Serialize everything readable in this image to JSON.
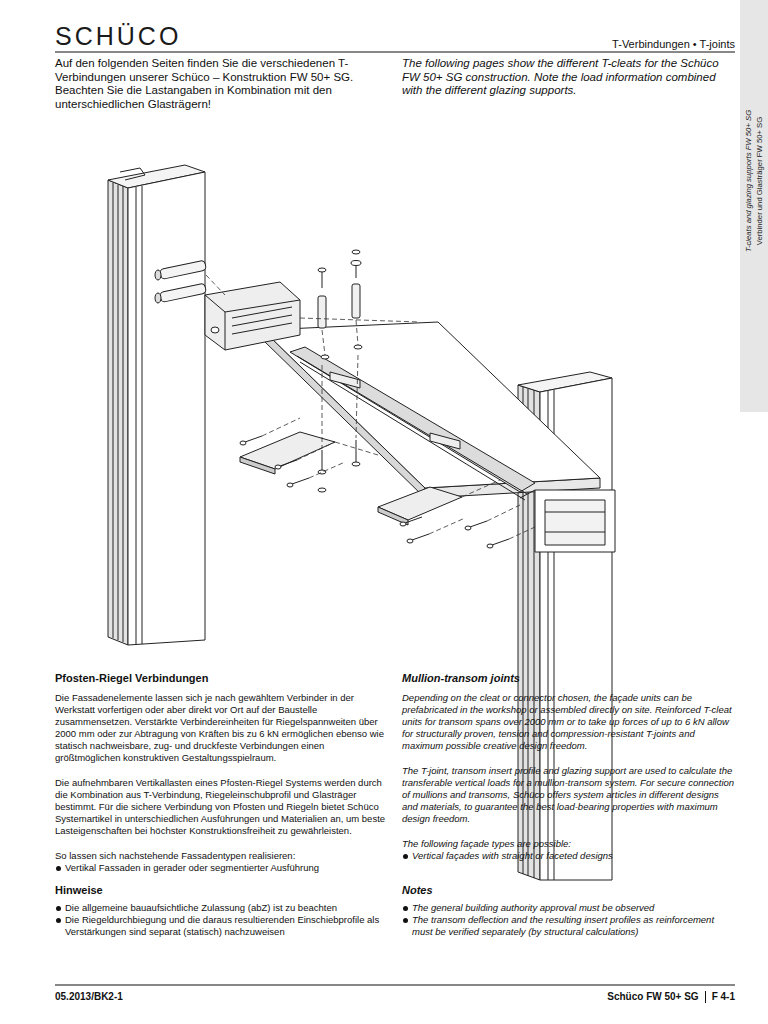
{
  "diagram": {
    "title": "T-Verbindungen • T-joints",
    "nodes": [
      {
        "text": [
          "T-cleats and glazing supports FW 50+ SG",
          "Verbinder und Glasträger FW 50+ SG"
        ]
      }
    ],
    "labels": [
      "SCHÜCO",
      "Auf den folgenden Seiten finden Sie die verschiedenen T-Verbindungen unserer Schüco – Konstruktion FW 50+ SG. Beachten Sie die Lastangaben in Kombination mit den unterschiedlichen Glasträgern!",
      "The following pages show the different T-cleats for the Schüco FW 50+ SG construction. Note the load information combined with the different glazing supports.",
      "Pfosten-Riegel Verbindungen",
      "Die Fassadenelemente lassen sich je nach gewähltem Verbinder in der Werkstatt vorfertigen oder aber direkt vor Ort auf der Baustelle zusammensetzen. Verstärkte Verbindereinheiten für Riegelspannweiten über 2000 mm oder zur Abtragung von Kräften bis zu 6 kN ermöglichen ebenso wie statisch nachweisbare, zug- und druckfeste Verbindungen einen größtmöglichen konstruktiven Gestaltungsspielraum.",
      "Die aufnehmbaren Vertikallasten eines Pfosten-Riegel Systems werden durch die Kombination aus T-Verbindung, Riegeleinschubprofil und Glasträger bestimmt. Für die sichere Verbindung von Pfosten und Riegeln bietet Schüco Systemartikel in unterschiedlichen Ausführungen und Materialien an, um beste Lasteigenschaften bei höchster Konstruktionsfreiheit zu gewährleisten.",
      "So lassen sich nachstehende Fassadentypen realisieren:",
      "Vertikal Fassaden in gerader oder segmentierter Ausführung",
      "Hinweise",
      "Die allgemeine bauaufsichtliche Zulassung (abZ) ist zu beachten",
      "Die Riegeldurchbiegung und die daraus resultierenden Einschiebprofile als Verstärkungen sind separat (statisch) nachzuweisen",
      "Mullion-transom joints",
      "Depending on the cleat or connector chosen, the façade units can be prefabricated in the workshop or assembled directly on site. Reinforced T-cleat units for transom spans over 2000 mm or to take up forces of up to 6 kN allow for structurally proven, tension and compression-resistant T-joints and maximum possible creative design freedom.",
      "The T-joint, transom insert profile and glazing support are used to calculate the transferable vertical loads for a mullion-transom system. For secure connection of mullions and transoms, Schüco offers system articles in different designs and materials, to guarantee the best load-bearing properties with maximum design freedom.",
      "The following façade types are possible:",
      "Vertical façades with straight or faceted designs",
      "Notes",
      "The general building authority approval must be observed",
      "The transom deflection and the resulting insert profiles as reinforcement must be verified separately (by structural calculations)",
      "05.2013/BK2-1",
      "Schüco FW 50+ SG",
      "F 4-1"
    ]
  }
}
